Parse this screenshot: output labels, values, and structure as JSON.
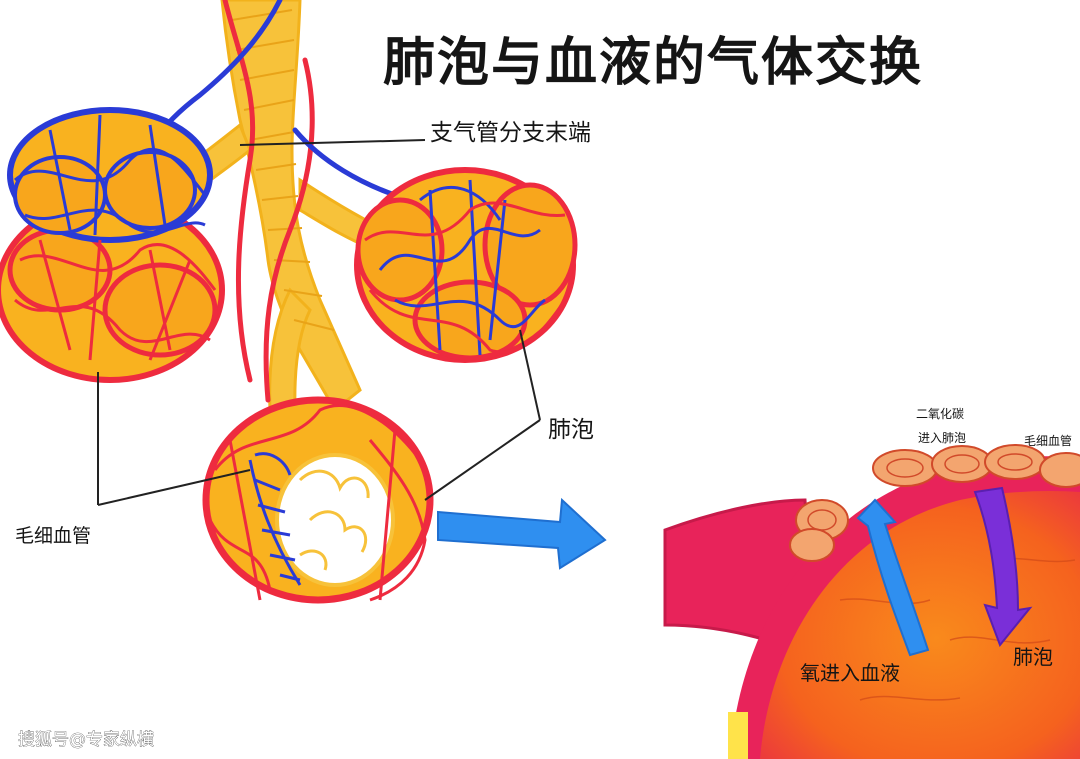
{
  "title": "肺泡与血液的气体交换",
  "labels": {
    "bronchiole_end": "支气管分支末端",
    "alveolus": "肺泡",
    "capillary": "毛细血管"
  },
  "zoom_labels": {
    "co2_into_alveolus_line1": "二氧化碳",
    "co2_into_alveolus_line2": "进入肺泡",
    "capillary_partial": "毛细血管",
    "oxygen_into_blood": "氧进入血液",
    "alveolus": "肺泡"
  },
  "watermark": "搜狐号@专家纵横",
  "colors": {
    "airway": "#f7c23a",
    "alveolus_fill": "#f9b21f",
    "capillary_red": "#ee2b3f",
    "vein_blue": "#2a3bd6",
    "arrow_blue": "#2f8ff0",
    "arrow_purple": "#7a2fd8",
    "zoom_orange": "#f7701d"
  }
}
